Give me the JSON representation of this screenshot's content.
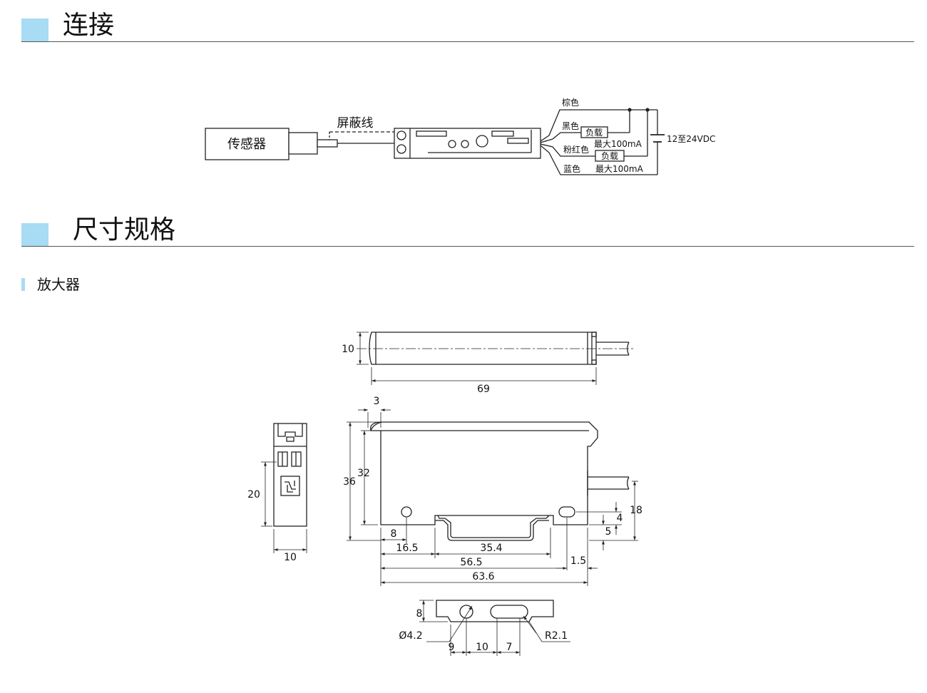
{
  "colors": {
    "accent": "#a8dbf4",
    "line": "#222222"
  },
  "sections": {
    "connection": {
      "title": "连接"
    },
    "dimensions": {
      "title": "尺寸规格"
    }
  },
  "subsection": {
    "amplifier": "放大器"
  },
  "wiring": {
    "sensor": "传感器",
    "shield": "屏蔽线",
    "wire_brown": "棕色",
    "wire_black": "黑色",
    "wire_pink": "粉红色",
    "wire_blue": "蓝色",
    "load_1": "负载",
    "load_2": "负载",
    "max_1": "最大100mA",
    "max_2": "最大100mA",
    "supply": "12至24VDC"
  },
  "dims": {
    "top_height": "10",
    "top_length": "69",
    "step": "3",
    "height_total": "36",
    "height_inner": "32",
    "side_height": "20",
    "side_width": "10",
    "hole_pos": "8",
    "rail_start": "16.5",
    "rail_width": "35.4",
    "len_56": "56.5",
    "len_63": "63.6",
    "cable_offset": "1.5",
    "cable_height": "18",
    "hole_height": "4",
    "rail_height": "5",
    "bottom_height": "8",
    "hole_dia": "Ø4.2",
    "slot_radius": "R2.1",
    "bot_9": "9",
    "bot_10": "10",
    "bot_7": "7"
  }
}
